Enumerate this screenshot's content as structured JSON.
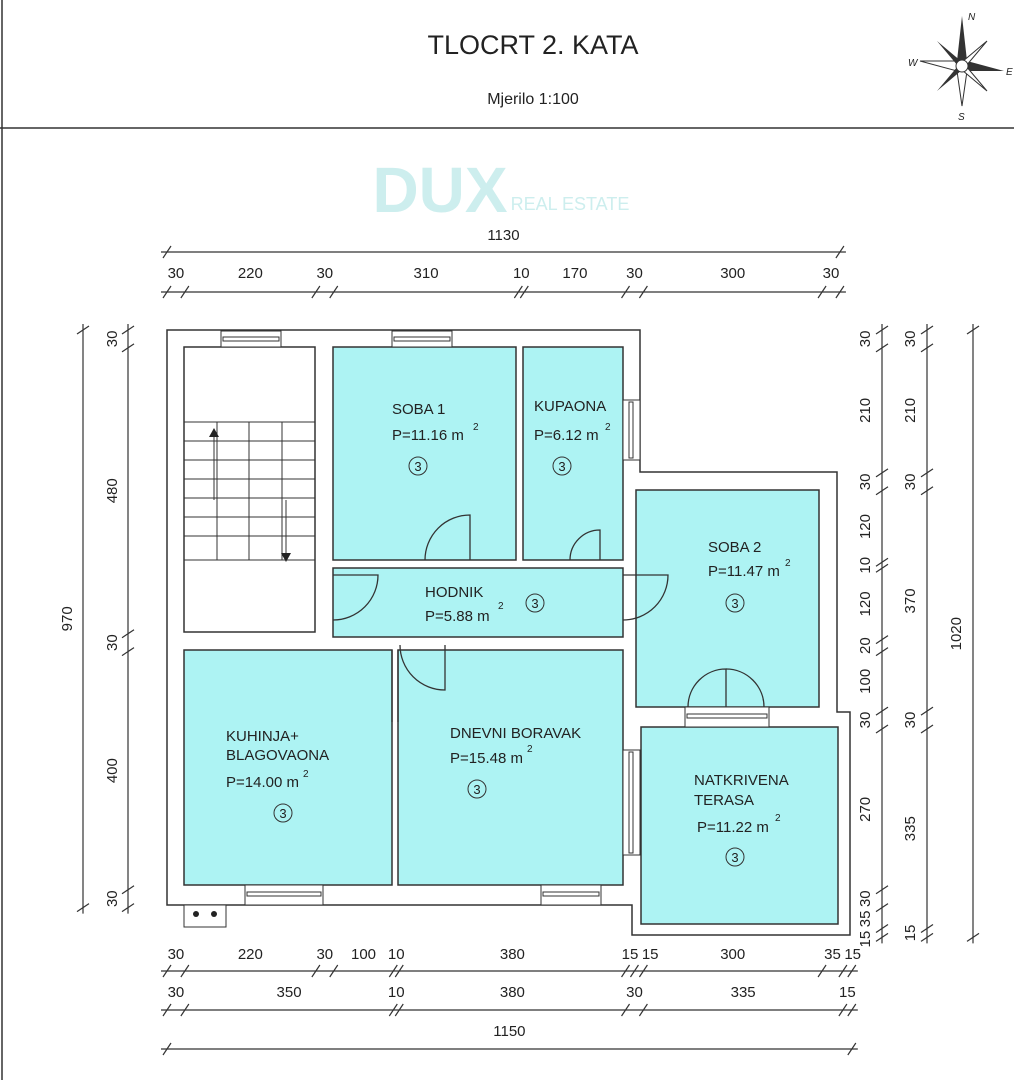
{
  "header": {
    "title": "TLOCRT 2. KATA",
    "scale": "Mjerilo 1:100"
  },
  "compass": {
    "n": "N",
    "s": "S",
    "e": "E",
    "w": "W"
  },
  "watermark": {
    "logo": "DUX",
    "sub": "REAL ESTATE"
  },
  "colors": {
    "room_fill": "#adf3f3",
    "line": "#333333"
  },
  "rooms": [
    {
      "name": "SOBA 1",
      "area": "P=11.16 m",
      "sup": "2",
      "floor": "3"
    },
    {
      "name": "KUPAONA",
      "area": "P=6.12 m",
      "sup": "2",
      "floor": "3"
    },
    {
      "name": "HODNIK",
      "area": "P=5.88 m",
      "sup": "2",
      "floor": "3"
    },
    {
      "name": "SOBA 2",
      "area": "P=11.47 m",
      "sup": "2",
      "floor": "3"
    },
    {
      "name": "KUHINJA+",
      "name2": "BLAGOVAONA",
      "area": "P=14.00 m",
      "sup": "2",
      "floor": "3"
    },
    {
      "name": "DNEVNI BORAVAK",
      "area": "P=15.48 m",
      "sup": "2",
      "floor": "3"
    },
    {
      "name": "NATKRIVENA",
      "name2": "TERASA",
      "area": "P=11.22 m",
      "sup": "2",
      "floor": "3"
    }
  ],
  "dimensions": {
    "top_total": "1130",
    "top_chain": [
      "30",
      "220",
      "30",
      "310",
      "10",
      "170",
      "30",
      "300",
      "30"
    ],
    "left_total": "970",
    "left_chain": [
      "30",
      "480",
      "30",
      "400",
      "30"
    ],
    "right_chain_1": [
      "30",
      "210",
      "30",
      "120",
      "10",
      "120",
      "20",
      "100",
      "30",
      "270",
      "30",
      "35",
      "15"
    ],
    "right_chain_2": [
      "30",
      "210",
      "30",
      "370",
      "30",
      "335",
      "15"
    ],
    "right_total": "1020",
    "bottom_chain_1": [
      "30",
      "220",
      "30",
      "100",
      "10",
      "380",
      "15",
      "15",
      "300",
      "35",
      "15"
    ],
    "bottom_chain_2": [
      "30",
      "350",
      "10",
      "380",
      "30",
      "335",
      "15"
    ],
    "bottom_total": "1150"
  }
}
